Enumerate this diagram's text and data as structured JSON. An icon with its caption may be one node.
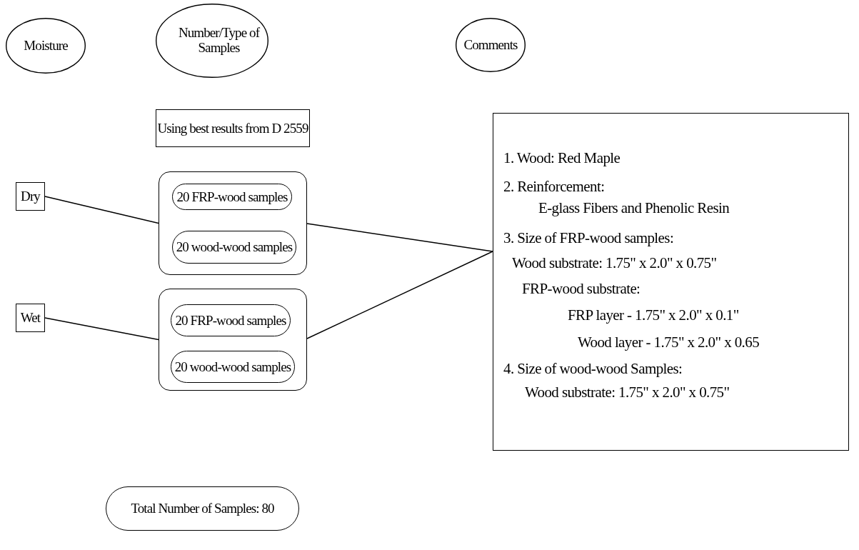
{
  "diagram": {
    "nodes": [
      {
        "text": [
          "Moisture"
        ]
      },
      {
        "text": [
          "Number/Type of Samples"
        ]
      },
      {
        "text": [
          "Comments"
        ]
      },
      {
        "text": [
          "Using best results from D 2559"
        ]
      },
      {
        "text": [],
        "shape": "box"
      },
      {
        "text": [
          "20 FRP-wood samples"
        ],
        "in": 4
      },
      {
        "text": [
          "20 wood-wood samples"
        ],
        "in": 4
      },
      {
        "text": [],
        "shape": "box"
      },
      {
        "text": [
          "20 FRP-wood samples"
        ],
        "in": 7
      },
      {
        "text": [
          "20 wood-wood samples"
        ],
        "in": 7
      },
      {
        "text": [
          "Dry"
        ]
      },
      {
        "text": [
          "Wet"
        ]
      },
      {
        "text": [
          "1. Wood: Red Maple",
          "2. Reinforcement:",
          "E-glass Fibers and Phenolic Resin",
          "3. Size of FRP-wood samples:",
          "Wood substrate: 1.75\" x 2.0\" x 0.75\"",
          "FRP-wood substrate:",
          "FRP layer - 1.75\" x 2.0\" x 0.1\"",
          "Wood layer - 1.75\" x 2.0\" x 0.65",
          "4. Size of wood-wood Samples:",
          "Wood substrate: 1.75\" x 2.0\" x 0.75\""
        ]
      },
      {
        "text": [
          "Total Number of Samples: 80"
        ]
      }
    ],
    "edges": [
      {
        "from": 10,
        "to": 4,
        "arrow": "none"
      },
      {
        "from": 11,
        "to": 7,
        "arrow": "none"
      },
      {
        "from": 4,
        "to": 12,
        "arrow": "none"
      },
      {
        "from": 7,
        "to": 12,
        "arrow": "none"
      }
    ]
  }
}
